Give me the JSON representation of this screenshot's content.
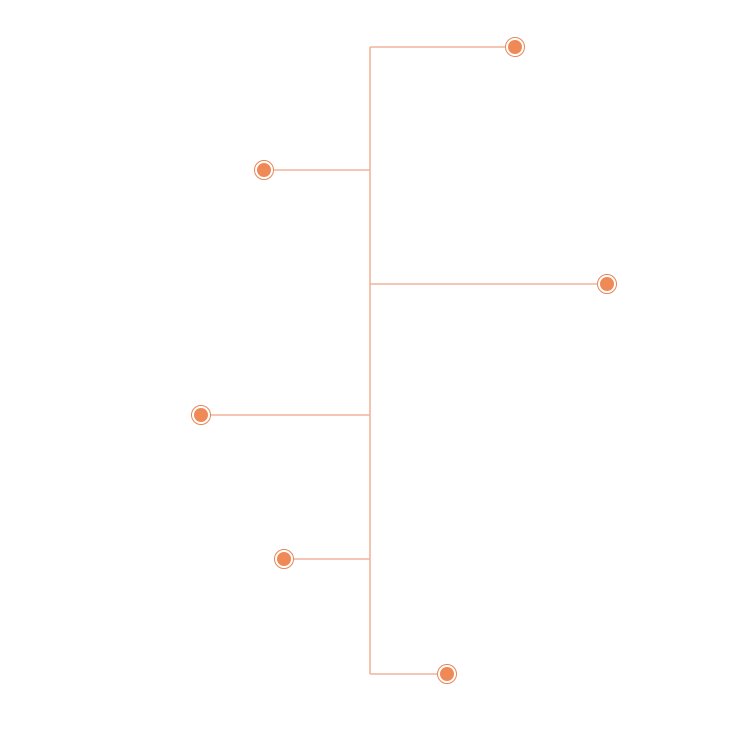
{
  "colors": {
    "line": "#f0b49a",
    "node_fill": "#ef8a57",
    "node_ring": "#e8865a"
  },
  "tree": {
    "node_icon": "circle-dot-icon",
    "branches": [
      {
        "side": "right",
        "level": 1
      },
      {
        "side": "left",
        "level": 2
      },
      {
        "side": "right",
        "level": 3
      },
      {
        "side": "left",
        "level": 4
      },
      {
        "side": "left",
        "level": 5
      },
      {
        "side": "right",
        "level": 6
      }
    ]
  }
}
